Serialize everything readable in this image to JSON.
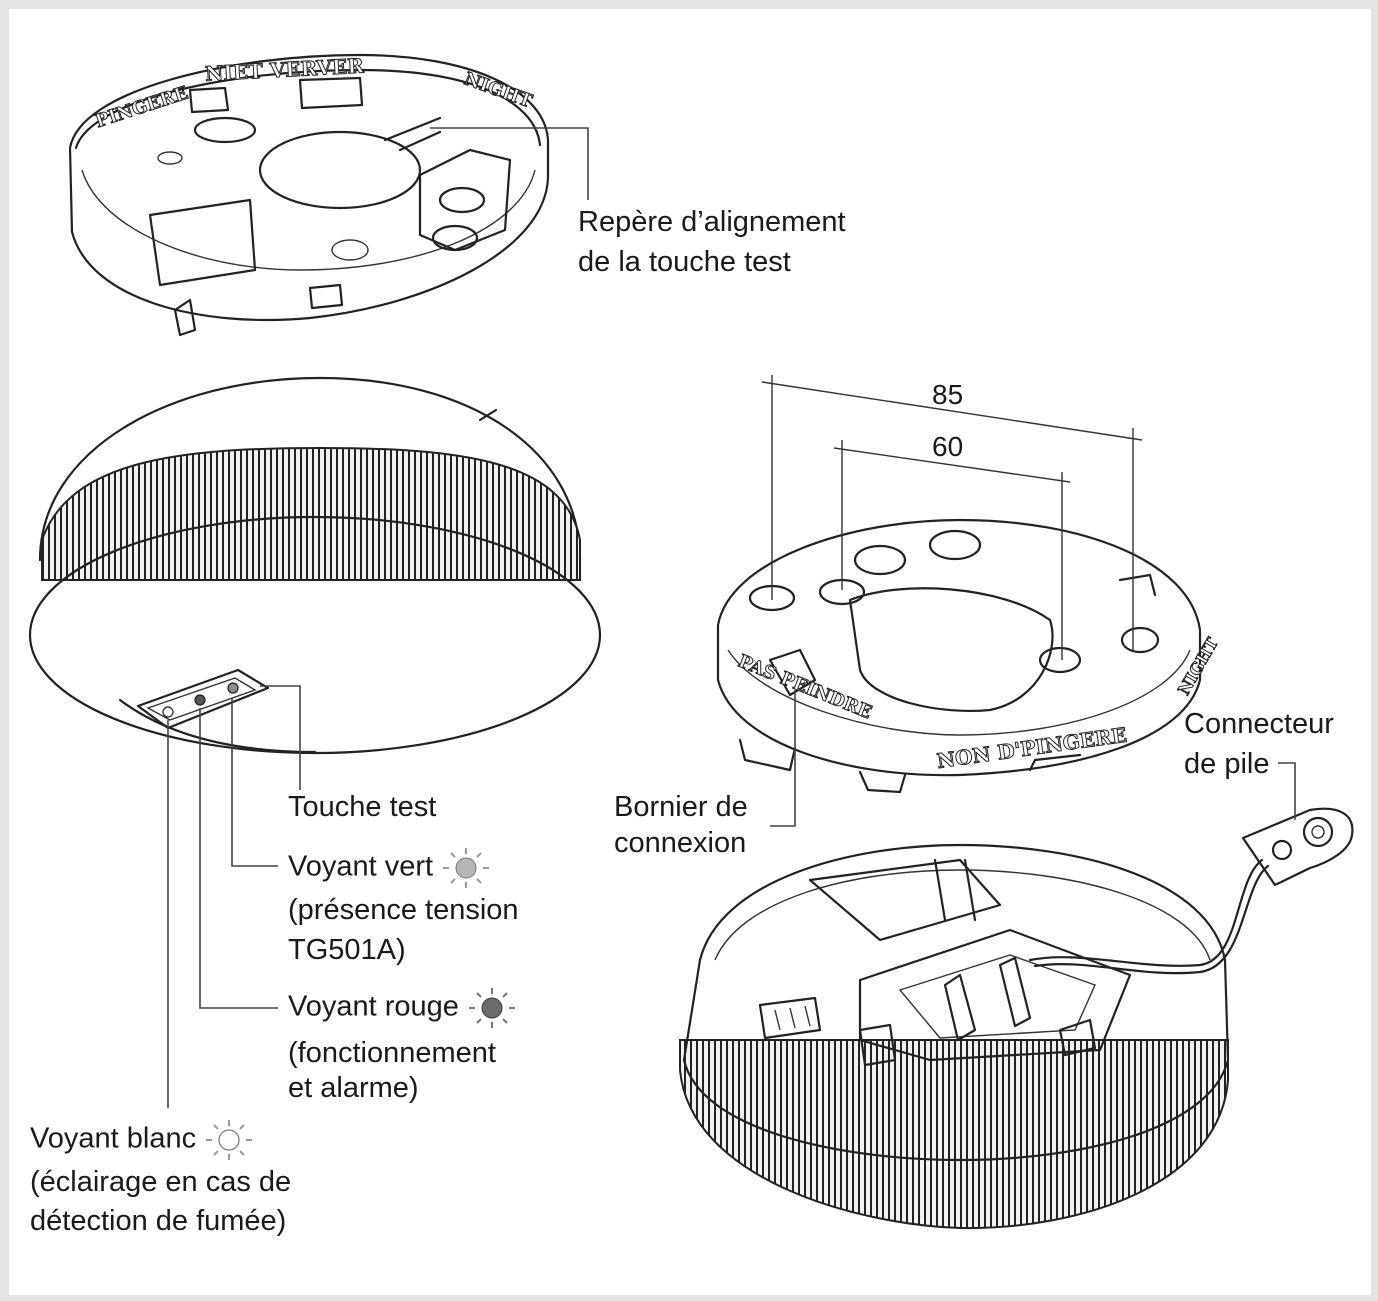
{
  "labels": {
    "alignment_mark": [
      "Repère d’alignement",
      "de la touche test"
    ],
    "test_button": "Touche test",
    "green_led": [
      "Voyant vert",
      "(présence tension",
      "TG501A)"
    ],
    "red_led": [
      "Voyant rouge",
      "(fonctionnement",
      "et alarme)"
    ],
    "white_led": [
      "Voyant blanc",
      "(éclairage en cas de",
      "détection de fumée)"
    ],
    "terminal_block": [
      "Bornier de",
      "connexion"
    ],
    "battery_connector": [
      "Connecteur",
      "de pile"
    ]
  },
  "dimensions": {
    "outer": "85",
    "inner": "60"
  },
  "base_text": {
    "top_base_1": "NIET VERVER",
    "top_base_2": "PINGERE",
    "top_base_3": "NIGHT",
    "right_base_1": "NON D'PINGERE",
    "right_base_2": "PAS PEINDRE",
    "right_base_3": "NIGHT"
  },
  "colors": {
    "green_led": "#b5b5b5",
    "red_led": "#6a6a6a",
    "white_led": "#ffffff"
  },
  "icons": [
    "sun-led-icon-green",
    "sun-led-icon-red",
    "sun-led-icon-white"
  ]
}
